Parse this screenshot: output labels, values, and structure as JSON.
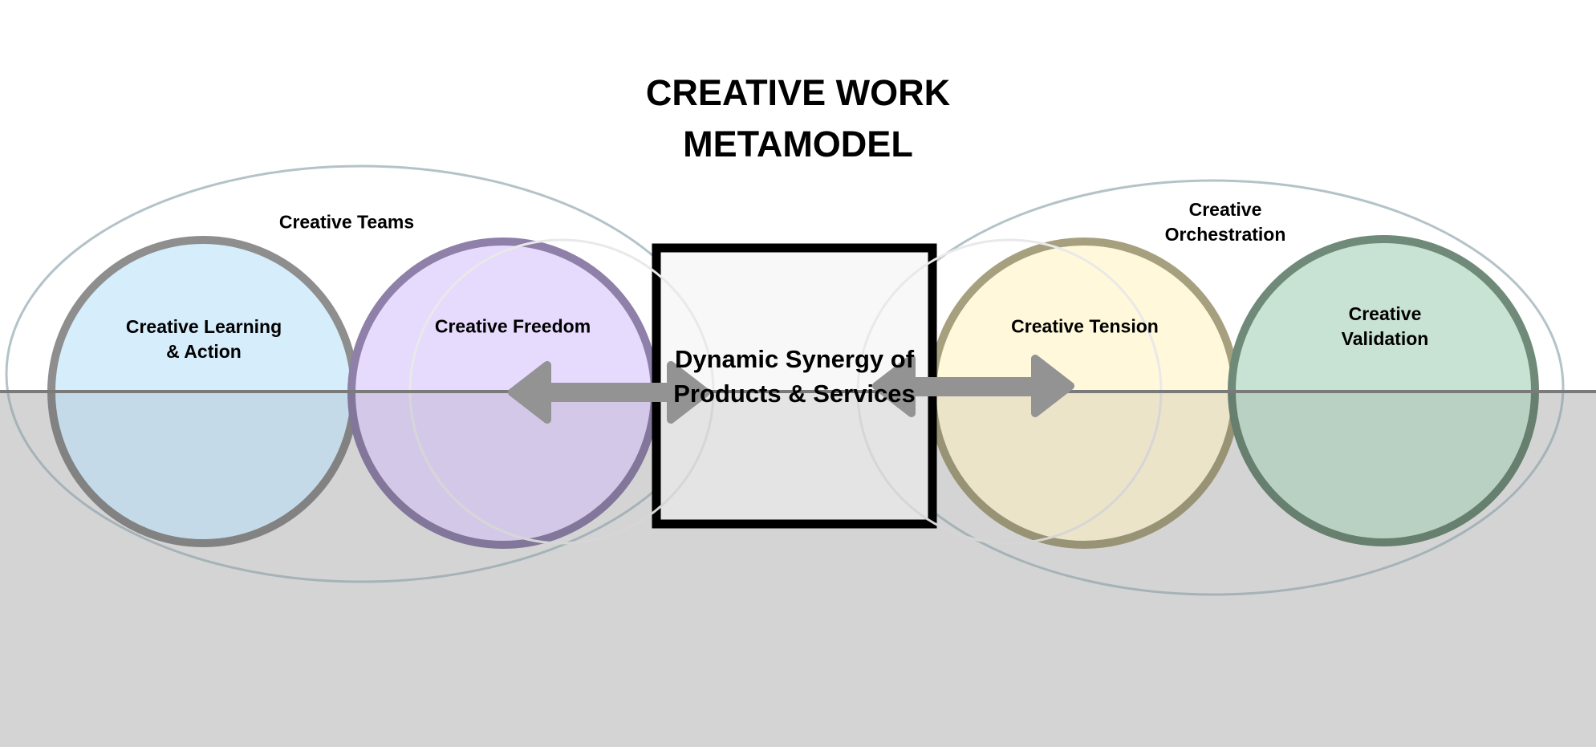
{
  "title": "CREATIVE WORK METAMODEL",
  "groups": {
    "left": "Creative Teams",
    "right": "Creative\nOrchestration"
  },
  "circles": {
    "learning": {
      "label": "Creative Learning\n& Action",
      "fill": "#d6edfc",
      "stroke": "#8e8e8e"
    },
    "freedom": {
      "label": "Creative Freedom",
      "fill": "#e6dafd",
      "stroke": "#8e80a8"
    },
    "tension": {
      "label": "Creative Tension",
      "fill": "#fff8da",
      "stroke": "#a7a07f"
    },
    "validation": {
      "label": "Creative\nValidation",
      "fill": "#c8e3d3",
      "stroke": "#6f8a78"
    }
  },
  "center": {
    "label": "Dynamic Synergy of Products & Services"
  },
  "colors": {
    "arrow": "#939393",
    "baseline": "#7a7a7a",
    "group_outline": "#b4c3c8",
    "background_bottom": "#e6e6e6"
  }
}
